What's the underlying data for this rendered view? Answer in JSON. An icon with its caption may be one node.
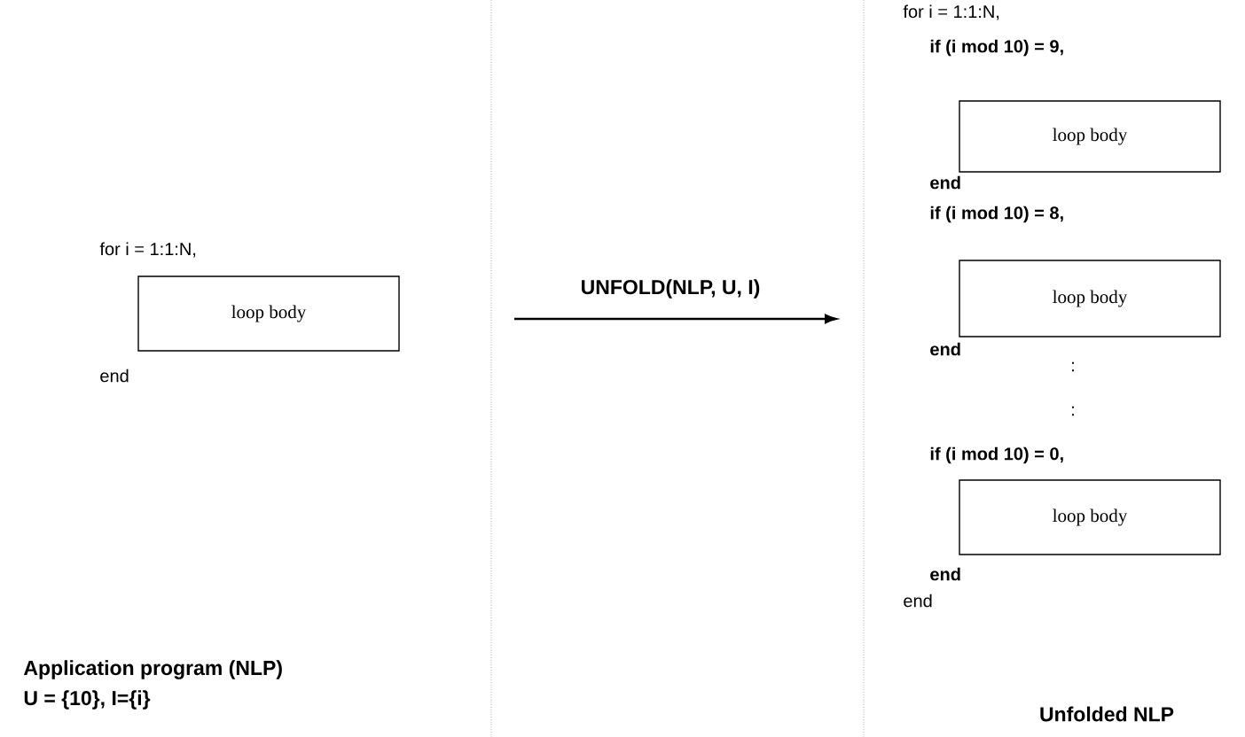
{
  "diagram": {
    "nodes": [
      {
        "text": [
          "loop body"
        ]
      },
      {
        "text": [
          "loop body"
        ]
      },
      {
        "text": [
          "loop body"
        ]
      },
      {
        "text": [
          "loop body"
        ]
      }
    ],
    "labels": [
      "for i = 1:1:N,",
      "end",
      "UNFOLD(NLP, U, I)",
      "for i = 1:1:N,",
      "if (i mod 10) = 9,",
      "end",
      "if (i mod 10) = 8,",
      "end",
      ":",
      ":",
      "if (i mod 10) = 0,",
      "end",
      "end",
      "Application program (NLP)",
      "U = {10}, I={i}",
      "Unfolded NLP"
    ]
  }
}
